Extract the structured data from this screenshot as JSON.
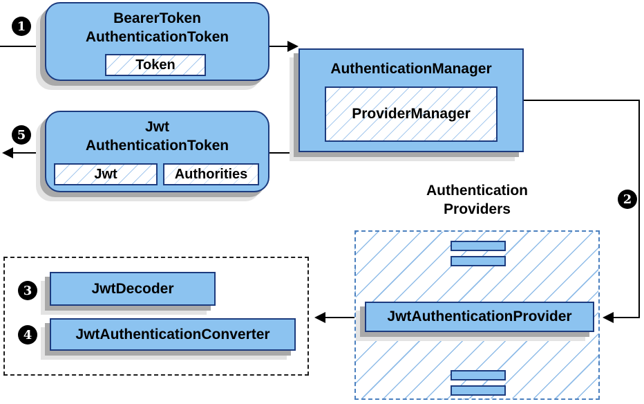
{
  "diagram": {
    "steps": {
      "one": "1",
      "two": "2",
      "three": "3",
      "four": "4",
      "five": "5"
    },
    "bearer_token_node": {
      "title_line1": "BearerToken",
      "title_line2": "AuthenticationToken",
      "token_chip": "Token"
    },
    "authentication_manager_node": {
      "title": "AuthenticationManager",
      "provider_manager_chip": "ProviderManager"
    },
    "jwt_authentication_token_node": {
      "title_line1": "Jwt",
      "title_line2": "AuthenticationToken",
      "jwt_chip": "Jwt",
      "authorities_chip": "Authorities"
    },
    "authentication_providers_group": {
      "label_line1": "Authentication",
      "label_line2": "Providers",
      "provider_node": "JwtAuthenticationProvider"
    },
    "converter_group": {
      "decoder_node": "JwtDecoder",
      "converter_node": "JwtAuthenticationConverter"
    },
    "colors": {
      "node_fill": "#8cc3f0",
      "node_border": "#1c3b7e",
      "hatch_line": "#9cc3ea",
      "providers_dash_border": "#4a7fbe",
      "group_dash_border": "#1a1a1a",
      "shadow_dark": "#a9a9a9",
      "shadow_light": "#e3e3e3",
      "arrow": "#000000"
    }
  }
}
